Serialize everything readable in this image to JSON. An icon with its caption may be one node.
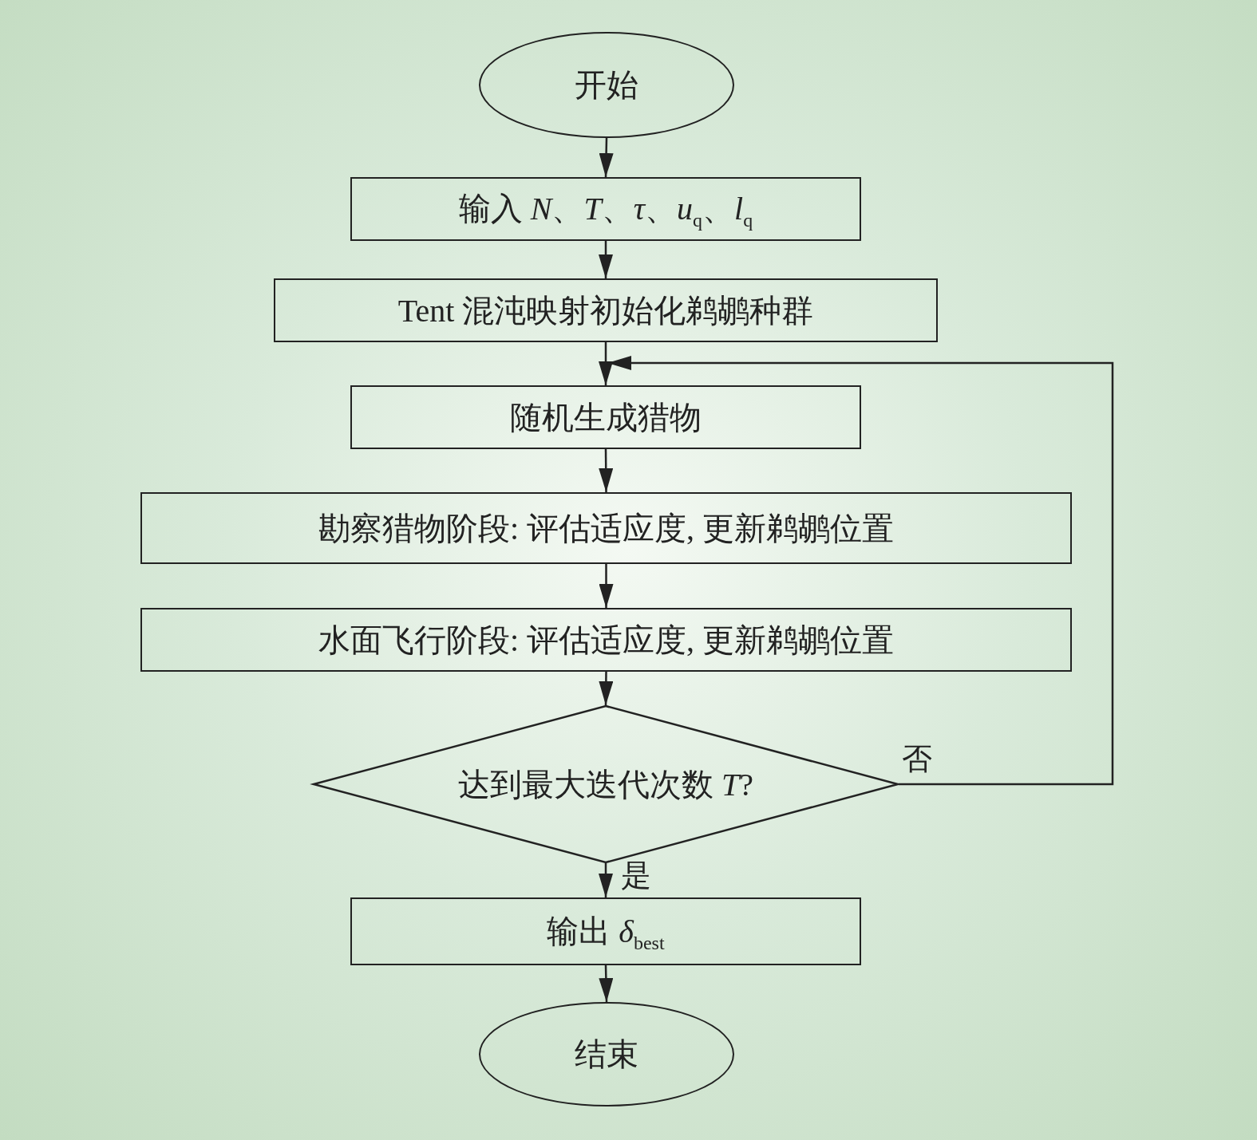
{
  "diagram": {
    "nodes": [
      {
        "text": [
          "开始"
        ]
      },
      {
        "text": [
          "输入 *N*、*T*、*τ*、*u*$_{q}$、*l*$_{q}$"
        ]
      },
      {
        "text": [
          "Tent 混沌映射初始化鹈鹕种群"
        ]
      },
      {
        "text": [
          "随机生成猎物"
        ]
      },
      {
        "text": [
          "勘察猎物阶段: 评估适应度, 更新鹈鹕位置"
        ]
      },
      {
        "text": [
          "水面飞行阶段: 评估适应度, 更新鹈鹕位置"
        ]
      },
      {
        "text": [
          "达到最大迭代次数 *T*?"
        ]
      },
      {
        "text": [
          "输出 *δ*$_{best}$"
        ]
      },
      {
        "text": [
          "结束"
        ]
      }
    ],
    "edges": [
      {
        "from": 0,
        "to": 1,
        "arrow": "to"
      },
      {
        "from": 1,
        "to": 2,
        "arrow": "to"
      },
      {
        "from": 2,
        "to": 3,
        "arrow": "to"
      },
      {
        "from": 3,
        "to": 4,
        "arrow": "to"
      },
      {
        "from": 4,
        "to": 5,
        "arrow": "to"
      },
      {
        "from": 5,
        "to": 6,
        "arrow": "to"
      },
      {
        "from": 6,
        "to": 7,
        "arrow": "to",
        "label": "是"
      },
      {
        "from": 7,
        "to": 8,
        "arrow": "to"
      },
      {
        "from": 6,
        "to": 3,
        "arrow": "to",
        "label": "否"
      }
    ]
  }
}
